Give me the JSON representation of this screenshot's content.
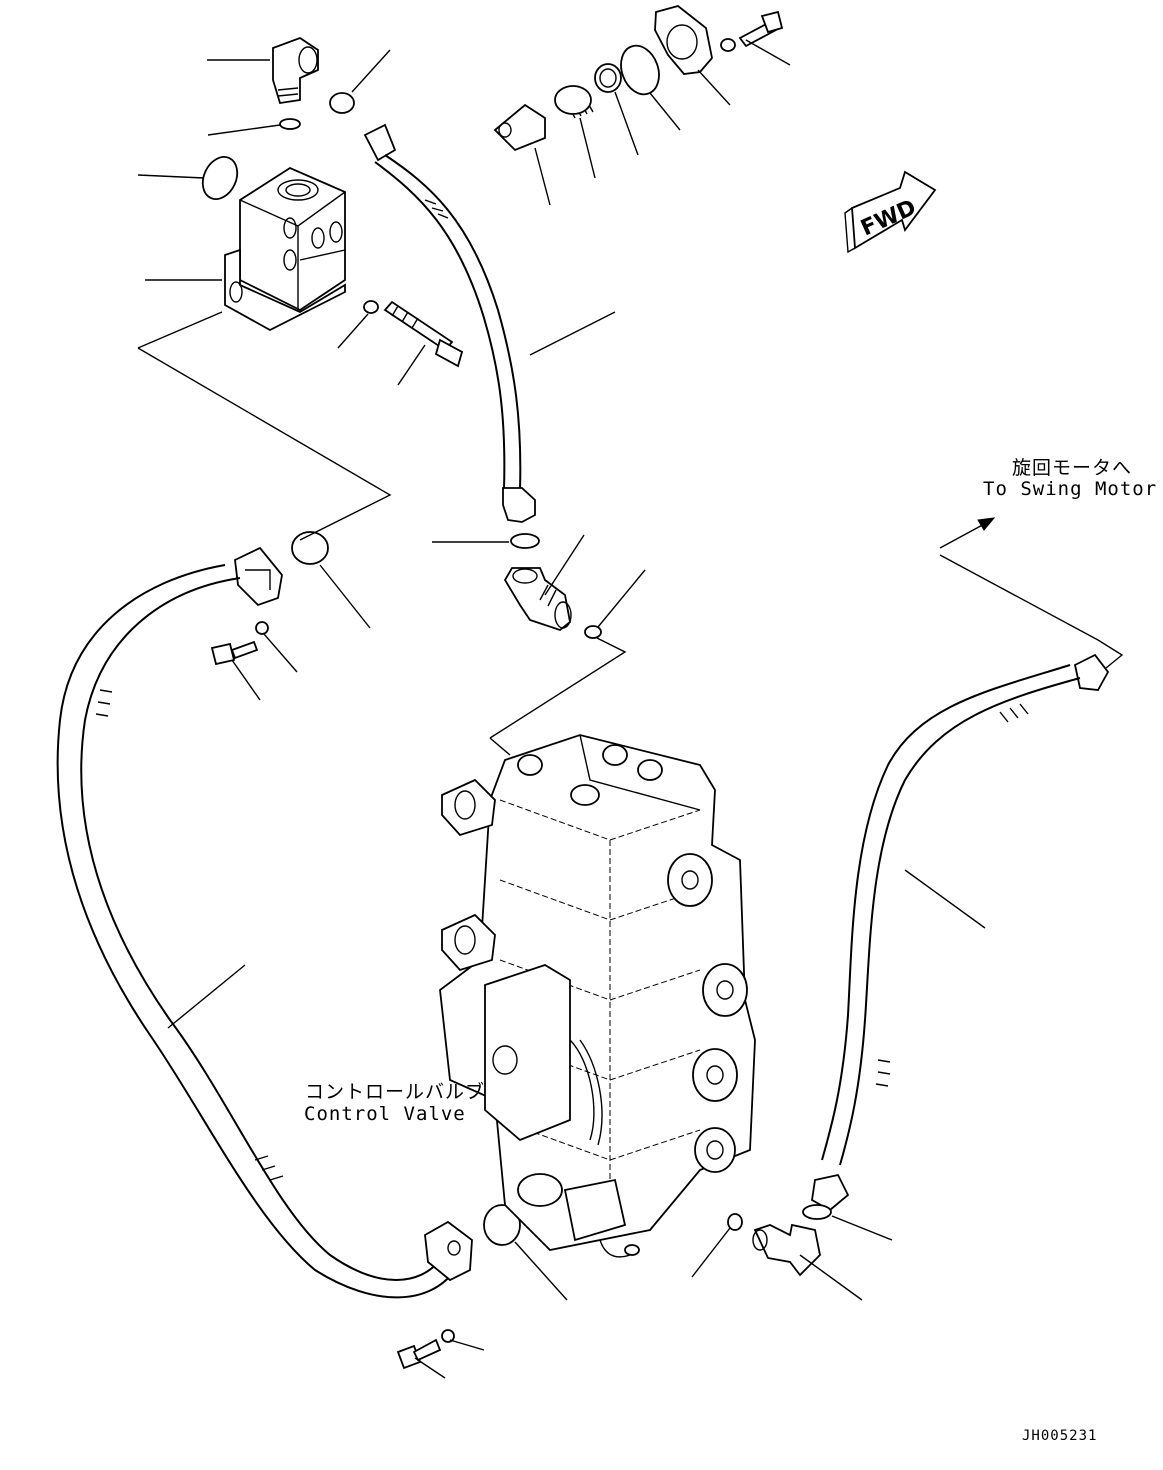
{
  "labels": {
    "swing_motor_jp": "旋回モータへ",
    "swing_motor_en": "To Swing Motor",
    "control_valve_jp": "コントロールバルブ",
    "control_valve_en": "Control Valve",
    "fwd": "FWD",
    "drawing_number": "JH005231"
  },
  "icons": {
    "fwd_arrow": "fwd-arrow-icon",
    "direction_arrow": "direction-arrow-icon"
  }
}
